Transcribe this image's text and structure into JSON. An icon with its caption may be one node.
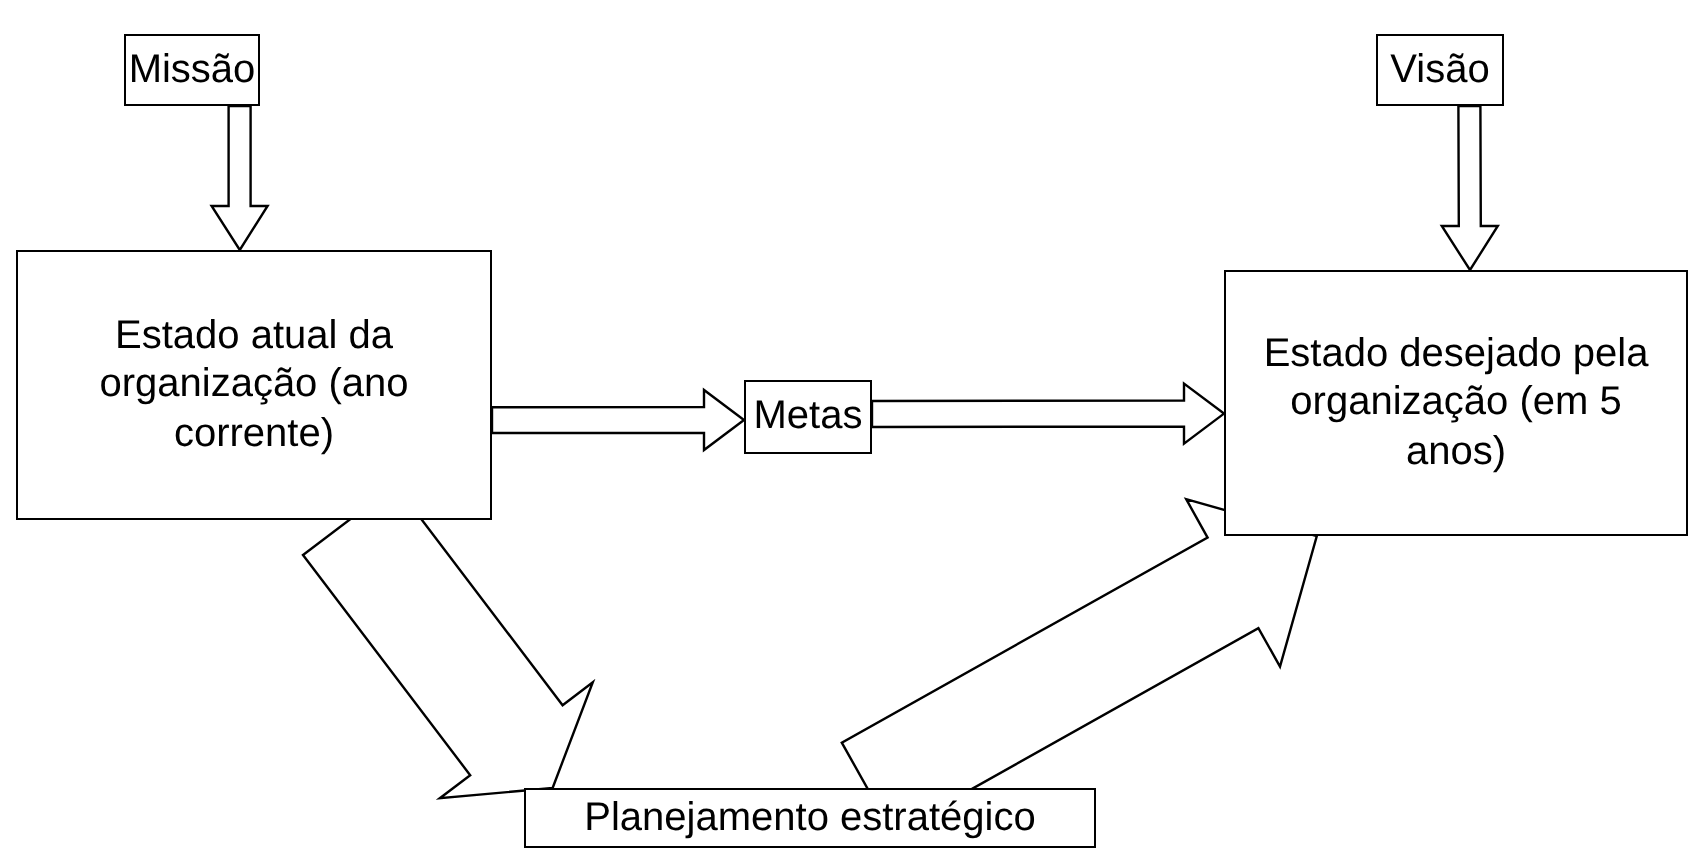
{
  "diagram": {
    "nodes": [
      {
        "text": [
          "Missão"
        ]
      },
      {
        "text": [
          "Estado atual da organização (ano corrente)"
        ]
      },
      {
        "text": [
          "Metas"
        ]
      },
      {
        "text": [
          "Visão"
        ]
      },
      {
        "text": [
          "Estado desejado pela organização (em 5 anos)"
        ]
      },
      {
        "text": [
          "Planejamento estratégico"
        ]
      }
    ],
    "edges": [
      {
        "from": 0,
        "to": 1,
        "arrow": "to"
      },
      {
        "from": 1,
        "to": 2,
        "arrow": "to"
      },
      {
        "from": 2,
        "to": 4,
        "arrow": "to"
      },
      {
        "from": 3,
        "to": 4,
        "arrow": "to"
      },
      {
        "from": 1,
        "to": 5,
        "arrow": "to"
      },
      {
        "from": 5,
        "to": 4,
        "arrow": "to"
      }
    ]
  }
}
